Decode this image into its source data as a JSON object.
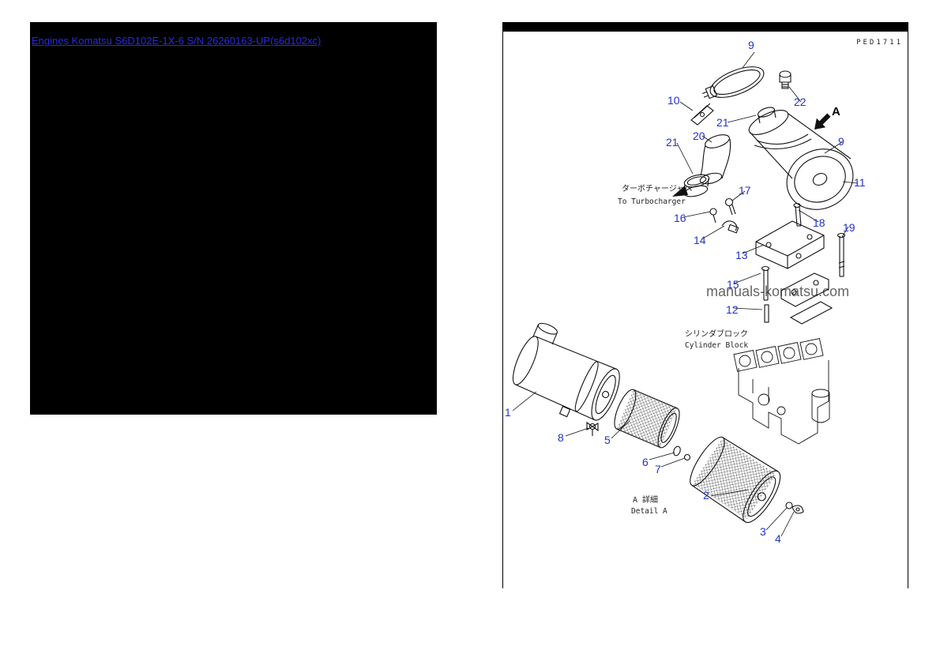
{
  "header": {
    "title_link": "Engines Komatsu S6D102E-1X-6 S/N 26260163-UP(s6d102xc)"
  },
  "diagram": {
    "page_code": "PED1711",
    "view_marker": "A",
    "annotations": {
      "to_turbocharger_jp": "ターボチャージャへ",
      "to_turbocharger_en": "To Turbocharger",
      "cylinder_block_jp": "シリンダブロック",
      "cylinder_block_en": "Cylinder Block",
      "detail_jp": "A 詳細",
      "detail_en": "Detail A"
    },
    "watermark": "manuals-komatsu.com",
    "callouts": [
      {
        "label": "9"
      },
      {
        "label": "10"
      },
      {
        "label": "22"
      },
      {
        "label": "21"
      },
      {
        "label": "20"
      },
      {
        "label": "21"
      },
      {
        "label": "9"
      },
      {
        "label": "11"
      },
      {
        "label": "17"
      },
      {
        "label": "16"
      },
      {
        "label": "18"
      },
      {
        "label": "19"
      },
      {
        "label": "14"
      },
      {
        "label": "13"
      },
      {
        "label": "15"
      },
      {
        "label": "12"
      },
      {
        "label": "1"
      },
      {
        "label": "8"
      },
      {
        "label": "5"
      },
      {
        "label": "6"
      },
      {
        "label": "7"
      },
      {
        "label": "2"
      },
      {
        "label": "3"
      },
      {
        "label": "4"
      }
    ],
    "colors": {
      "callout": "#2233cc",
      "link": "#2a2ae0",
      "stroke": "#111111",
      "watermark": "#4a4a4a"
    }
  }
}
